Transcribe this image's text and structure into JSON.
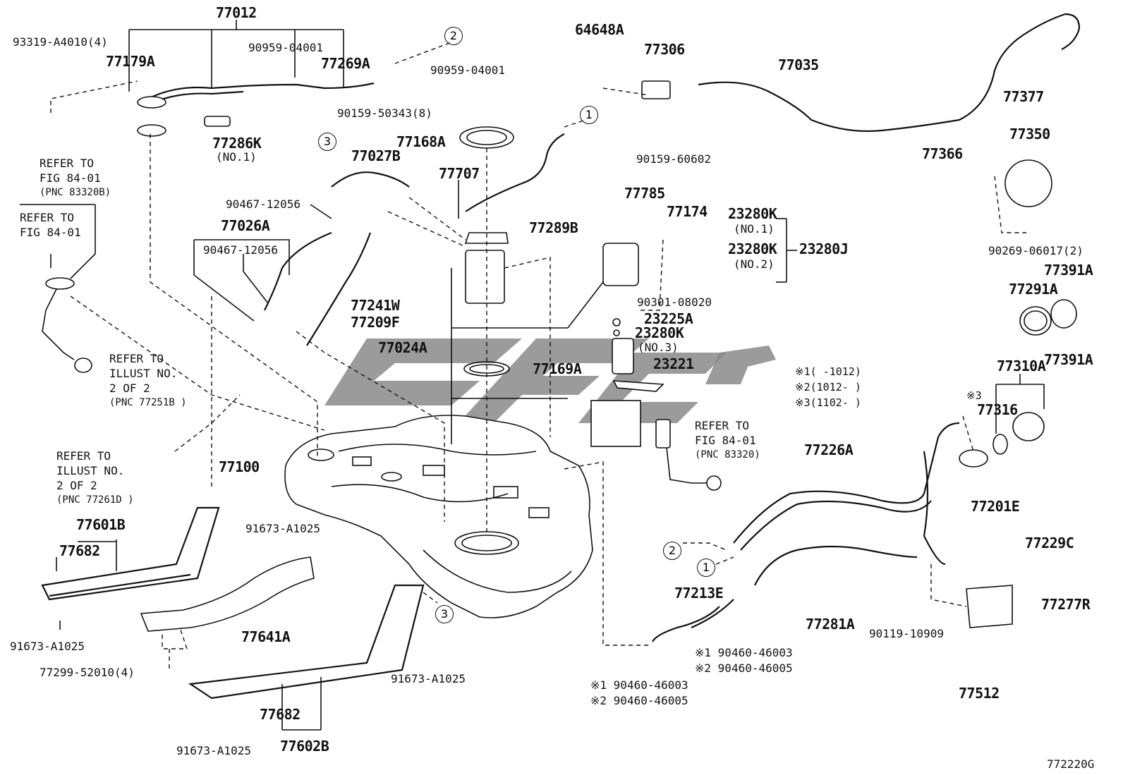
{
  "diagram_id": "772220G",
  "labels": [
    {
      "key": "p77012",
      "text": "77012"
    },
    {
      "key": "p93319",
      "text": "93319-A4010(4)"
    },
    {
      "key": "p77179A",
      "text": "77179A"
    },
    {
      "key": "p90959a",
      "text": "90959-04001"
    },
    {
      "key": "p77269A",
      "text": "77269A"
    },
    {
      "key": "p90959b",
      "text": "90959-04001"
    },
    {
      "key": "p77286K",
      "text": "77286K"
    },
    {
      "key": "p77286Kno",
      "text": "(NO.1)"
    },
    {
      "key": "p90159_50343",
      "text": "90159-50343(8)"
    },
    {
      "key": "p77168A",
      "text": "77168A"
    },
    {
      "key": "p77027B",
      "text": "77027B"
    },
    {
      "key": "p77707",
      "text": "77707"
    },
    {
      "key": "p77289B",
      "text": "77289B"
    },
    {
      "key": "p90467a",
      "text": "90467-12056"
    },
    {
      "key": "p77026A",
      "text": "77026A"
    },
    {
      "key": "p90467b",
      "text": "90467-12056"
    },
    {
      "key": "p77241W",
      "text": "77241W"
    },
    {
      "key": "p77209F",
      "text": "77209F"
    },
    {
      "key": "p77024A",
      "text": "77024A"
    },
    {
      "key": "p77169A",
      "text": "77169A"
    },
    {
      "key": "p77100",
      "text": "77100"
    },
    {
      "key": "p64648A",
      "text": "64648A"
    },
    {
      "key": "p77306",
      "text": "77306"
    },
    {
      "key": "p77035",
      "text": "77035"
    },
    {
      "key": "p90159_60602",
      "text": "90159-60602"
    },
    {
      "key": "p77785",
      "text": "77785"
    },
    {
      "key": "p77174",
      "text": "77174"
    },
    {
      "key": "p23280K1",
      "text": "23280K"
    },
    {
      "key": "p23280K1no",
      "text": "(NO.1)"
    },
    {
      "key": "p23280K2",
      "text": "23280K"
    },
    {
      "key": "p23280K2no",
      "text": "(NO.2)"
    },
    {
      "key": "p23280J",
      "text": "23280J"
    },
    {
      "key": "p90301",
      "text": "90301-08020"
    },
    {
      "key": "p23225A",
      "text": "23225A"
    },
    {
      "key": "p23280K3",
      "text": "23280K"
    },
    {
      "key": "p23280K3no",
      "text": "(NO.3)"
    },
    {
      "key": "p23221",
      "text": "23221"
    },
    {
      "key": "p77377",
      "text": "77377"
    },
    {
      "key": "p77350",
      "text": "77350"
    },
    {
      "key": "p77366",
      "text": "77366"
    },
    {
      "key": "p90269",
      "text": "90269-06017(2)"
    },
    {
      "key": "p77391A1",
      "text": "77391A"
    },
    {
      "key": "p77291A",
      "text": "77291A"
    },
    {
      "key": "p77391A2",
      "text": "77391A"
    },
    {
      "key": "p77310A",
      "text": "77310A"
    },
    {
      "key": "p77316",
      "text": "77316"
    },
    {
      "key": "p77226A",
      "text": "77226A"
    },
    {
      "key": "p77201E",
      "text": "77201E"
    },
    {
      "key": "p77229C",
      "text": "77229C"
    },
    {
      "key": "p77277R",
      "text": "77277R"
    },
    {
      "key": "p90119",
      "text": "90119-10909"
    },
    {
      "key": "p77512",
      "text": "77512"
    },
    {
      "key": "p77281A",
      "text": "77281A"
    },
    {
      "key": "p77213E",
      "text": "77213E"
    },
    {
      "key": "p90460_1a",
      "text": "※1 90460-46003"
    },
    {
      "key": "p90460_2a",
      "text": "※2 90460-46005"
    },
    {
      "key": "p90460_1b",
      "text": "※1 90460-46003"
    },
    {
      "key": "p90460_2b",
      "text": "※2 90460-46005"
    },
    {
      "key": "p77601B",
      "text": "77601B"
    },
    {
      "key": "p77682a",
      "text": "77682"
    },
    {
      "key": "p91673a",
      "text": "91673-A1025"
    },
    {
      "key": "p91673b",
      "text": "91673-A1025"
    },
    {
      "key": "p77641A",
      "text": "77641A"
    },
    {
      "key": "p77299",
      "text": "77299-52010(4)"
    },
    {
      "key": "p91673c",
      "text": "91673-A1025"
    },
    {
      "key": "p77682b",
      "text": "77682"
    },
    {
      "key": "p77602B",
      "text": "77602B"
    },
    {
      "key": "p91673d",
      "text": "91673-A1025"
    }
  ],
  "refer_notes": {
    "fig84_01_pnc83320b": [
      "REFER TO",
      "FIG 84-01",
      "(PNC 83320B)"
    ],
    "fig84_01_short": [
      "REFER TO",
      "FIG 84-01"
    ],
    "illust_77251b": [
      "REFER TO",
      "ILLUST NO.",
      "2 OF 2",
      "(PNC 77251B )"
    ],
    "illust_77261d": [
      "REFER TO",
      "ILLUST NO.",
      "2 OF 2",
      "(PNC 77261D )"
    ],
    "fig84_01_pnc83320": [
      "REFER TO",
      "FIG 84-01",
      "(PNC 83320)"
    ]
  },
  "footnotes": [
    "※1(   -1012)",
    "※2(1012-   )",
    "※3(1102-   )"
  ],
  "star3_marker": "※3",
  "circled_refs": {
    "c1a": "1",
    "c2a": "2",
    "c3a": "3",
    "c1b": "1",
    "c2b": "2",
    "c3b": "3"
  }
}
